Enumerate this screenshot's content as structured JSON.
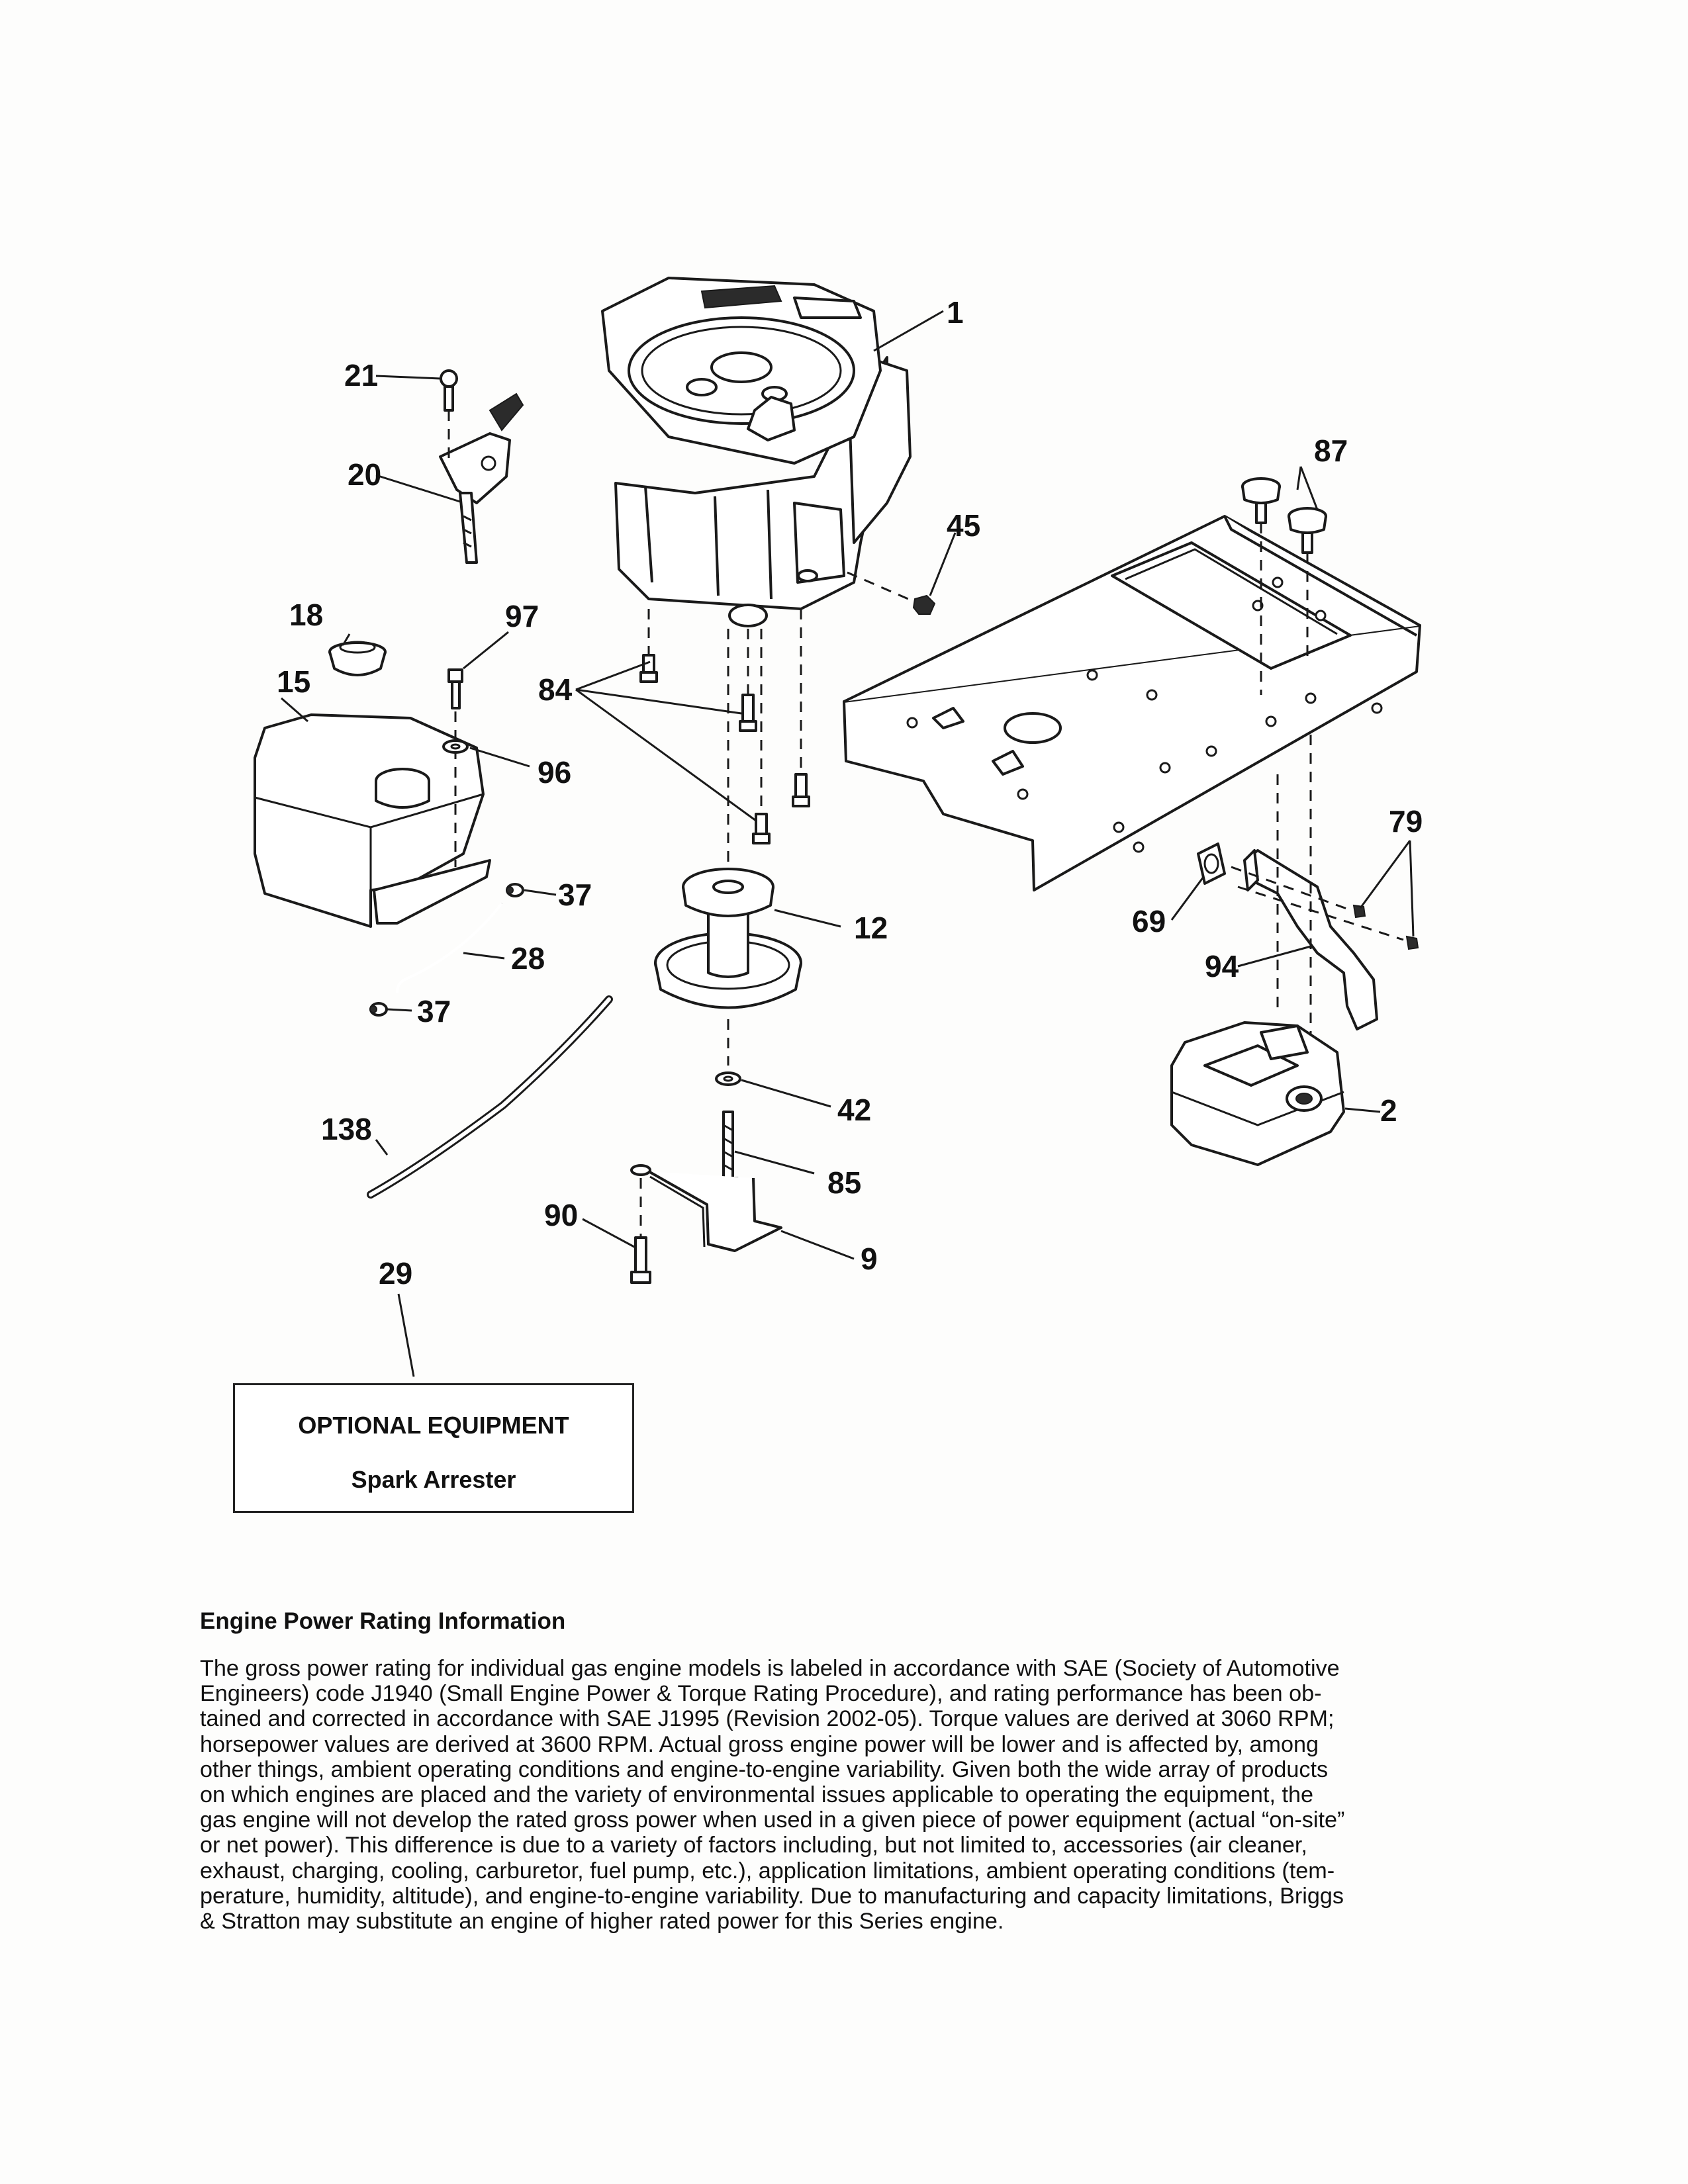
{
  "diagram": {
    "callouts": [
      {
        "id": "1",
        "text": "1"
      },
      {
        "id": "87",
        "text": "87"
      },
      {
        "id": "45",
        "text": "45"
      },
      {
        "id": "21",
        "text": "21"
      },
      {
        "id": "20",
        "text": "20"
      },
      {
        "id": "18",
        "text": "18"
      },
      {
        "id": "97",
        "text": "97"
      },
      {
        "id": "15",
        "text": "15"
      },
      {
        "id": "84",
        "text": "84"
      },
      {
        "id": "96",
        "text": "96"
      },
      {
        "id": "37a",
        "text": "37"
      },
      {
        "id": "28",
        "text": "28"
      },
      {
        "id": "37b",
        "text": "37"
      },
      {
        "id": "12",
        "text": "12"
      },
      {
        "id": "79",
        "text": "79"
      },
      {
        "id": "69",
        "text": "69"
      },
      {
        "id": "94",
        "text": "94"
      },
      {
        "id": "2",
        "text": "2"
      },
      {
        "id": "42",
        "text": "42"
      },
      {
        "id": "138",
        "text": "138"
      },
      {
        "id": "85",
        "text": "85"
      },
      {
        "id": "90",
        "text": "90"
      },
      {
        "id": "9",
        "text": "9"
      },
      {
        "id": "29",
        "text": "29"
      }
    ]
  },
  "optional_box": {
    "title": "OPTIONAL EQUIPMENT",
    "item": "Spark Arrester"
  },
  "rating": {
    "heading": "Engine Power Rating Information",
    "lines": [
      "The gross power rating for individual gas engine models is labeled in accordance with SAE (Society of Automotive",
      "Engineers) code J1940 (Small Engine Power & Torque Rating Procedure), and rating performance has been ob-",
      "tained and corrected in accordance with SAE J1995 (Revision 2002-05). Torque values are derived at 3060 RPM;",
      "horsepower values are derived at 3600 RPM. Actual gross engine power will be lower and is affected by, among",
      "other things, ambient operating conditions and engine-to-engine variability. Given both the wide array of products",
      "on which engines are placed and the variety of environmental issues applicable to operating the equipment, the",
      "gas engine will not develop the rated gross power when used in a given piece of power equipment (actual “on-site”",
      "or net power). This difference is due to a variety of factors including, but not limited to, accessories (air cleaner,",
      "exhaust, charging, cooling, carburetor, fuel pump, etc.), application limitations, ambient operating conditions (tem-",
      "perature, humidity, altitude), and engine-to-engine variability. Due to manufacturing and capacity limitations, Briggs",
      "& Stratton may substitute an engine of higher rated power for this Series engine."
    ]
  }
}
